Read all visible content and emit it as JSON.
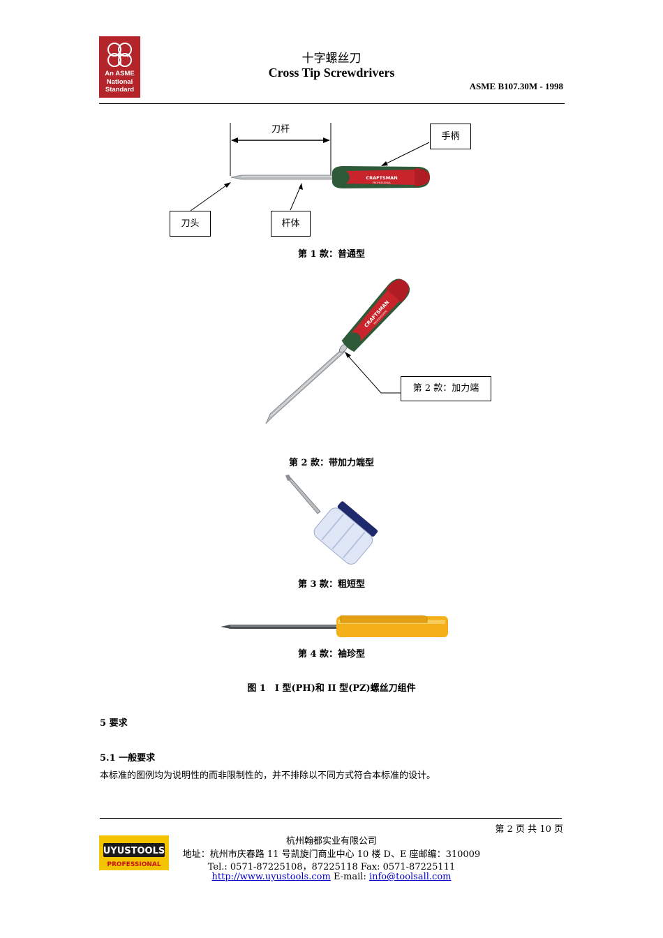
{
  "header": {
    "logo_lines": [
      "An ASME",
      "National",
      "Standard"
    ],
    "logo_letters": [
      "A",
      "S",
      "M",
      "E"
    ],
    "title_cn": "十字螺丝刀",
    "title_en": "Cross Tip Screwdrivers",
    "standard_code": "ASME B107.30M - 1998"
  },
  "figure": {
    "labels": {
      "shank_length": "刀杆",
      "handle": "手柄",
      "tip": "刀头",
      "shaft": "杆体",
      "bolster": "第 2 款：加力端"
    },
    "brand_text": "CRAFTSMAN",
    "brand_sub": "PROFESSIONAL",
    "captions": {
      "style1": "第 1 款：普通型",
      "style2": "第 2 款：带加力端型",
      "style3": "第 3 款：粗短型",
      "style4": "第 4 款：袖珍型"
    },
    "title": "图 1　I 型(PH)和 II 型(PZ)螺丝刀组件"
  },
  "content": {
    "section5": "5  要求",
    "section51": "5.1  一般要求",
    "paragraph": "本标准的图例均为说明性的而非限制性的，并不排除以不同方式符合本标准的设计。"
  },
  "footer": {
    "page_info": "第 2 页  共 10 页",
    "company": "杭州翰都实业有限公司",
    "address": "地址：杭州市庆春路 11 号凯旋门商业中心 10 楼 D、E 座邮编：310009",
    "phone": "Tel.: 0571-87225108，87225118 Fax: 0571-87225111",
    "url": "http://www.uyustools.com",
    "email_label": "E-mail: ",
    "email": "info@toolsall.com",
    "logo_top": "UYUSTOOLS",
    "logo_bottom": "PROFESSIONAL"
  },
  "colors": {
    "asme_red": "#b3252b",
    "handle_green": "#2f5a3a",
    "handle_red": "#c7242b",
    "uyus_yellow": "#f5c400",
    "link_blue": "#0000cc"
  }
}
